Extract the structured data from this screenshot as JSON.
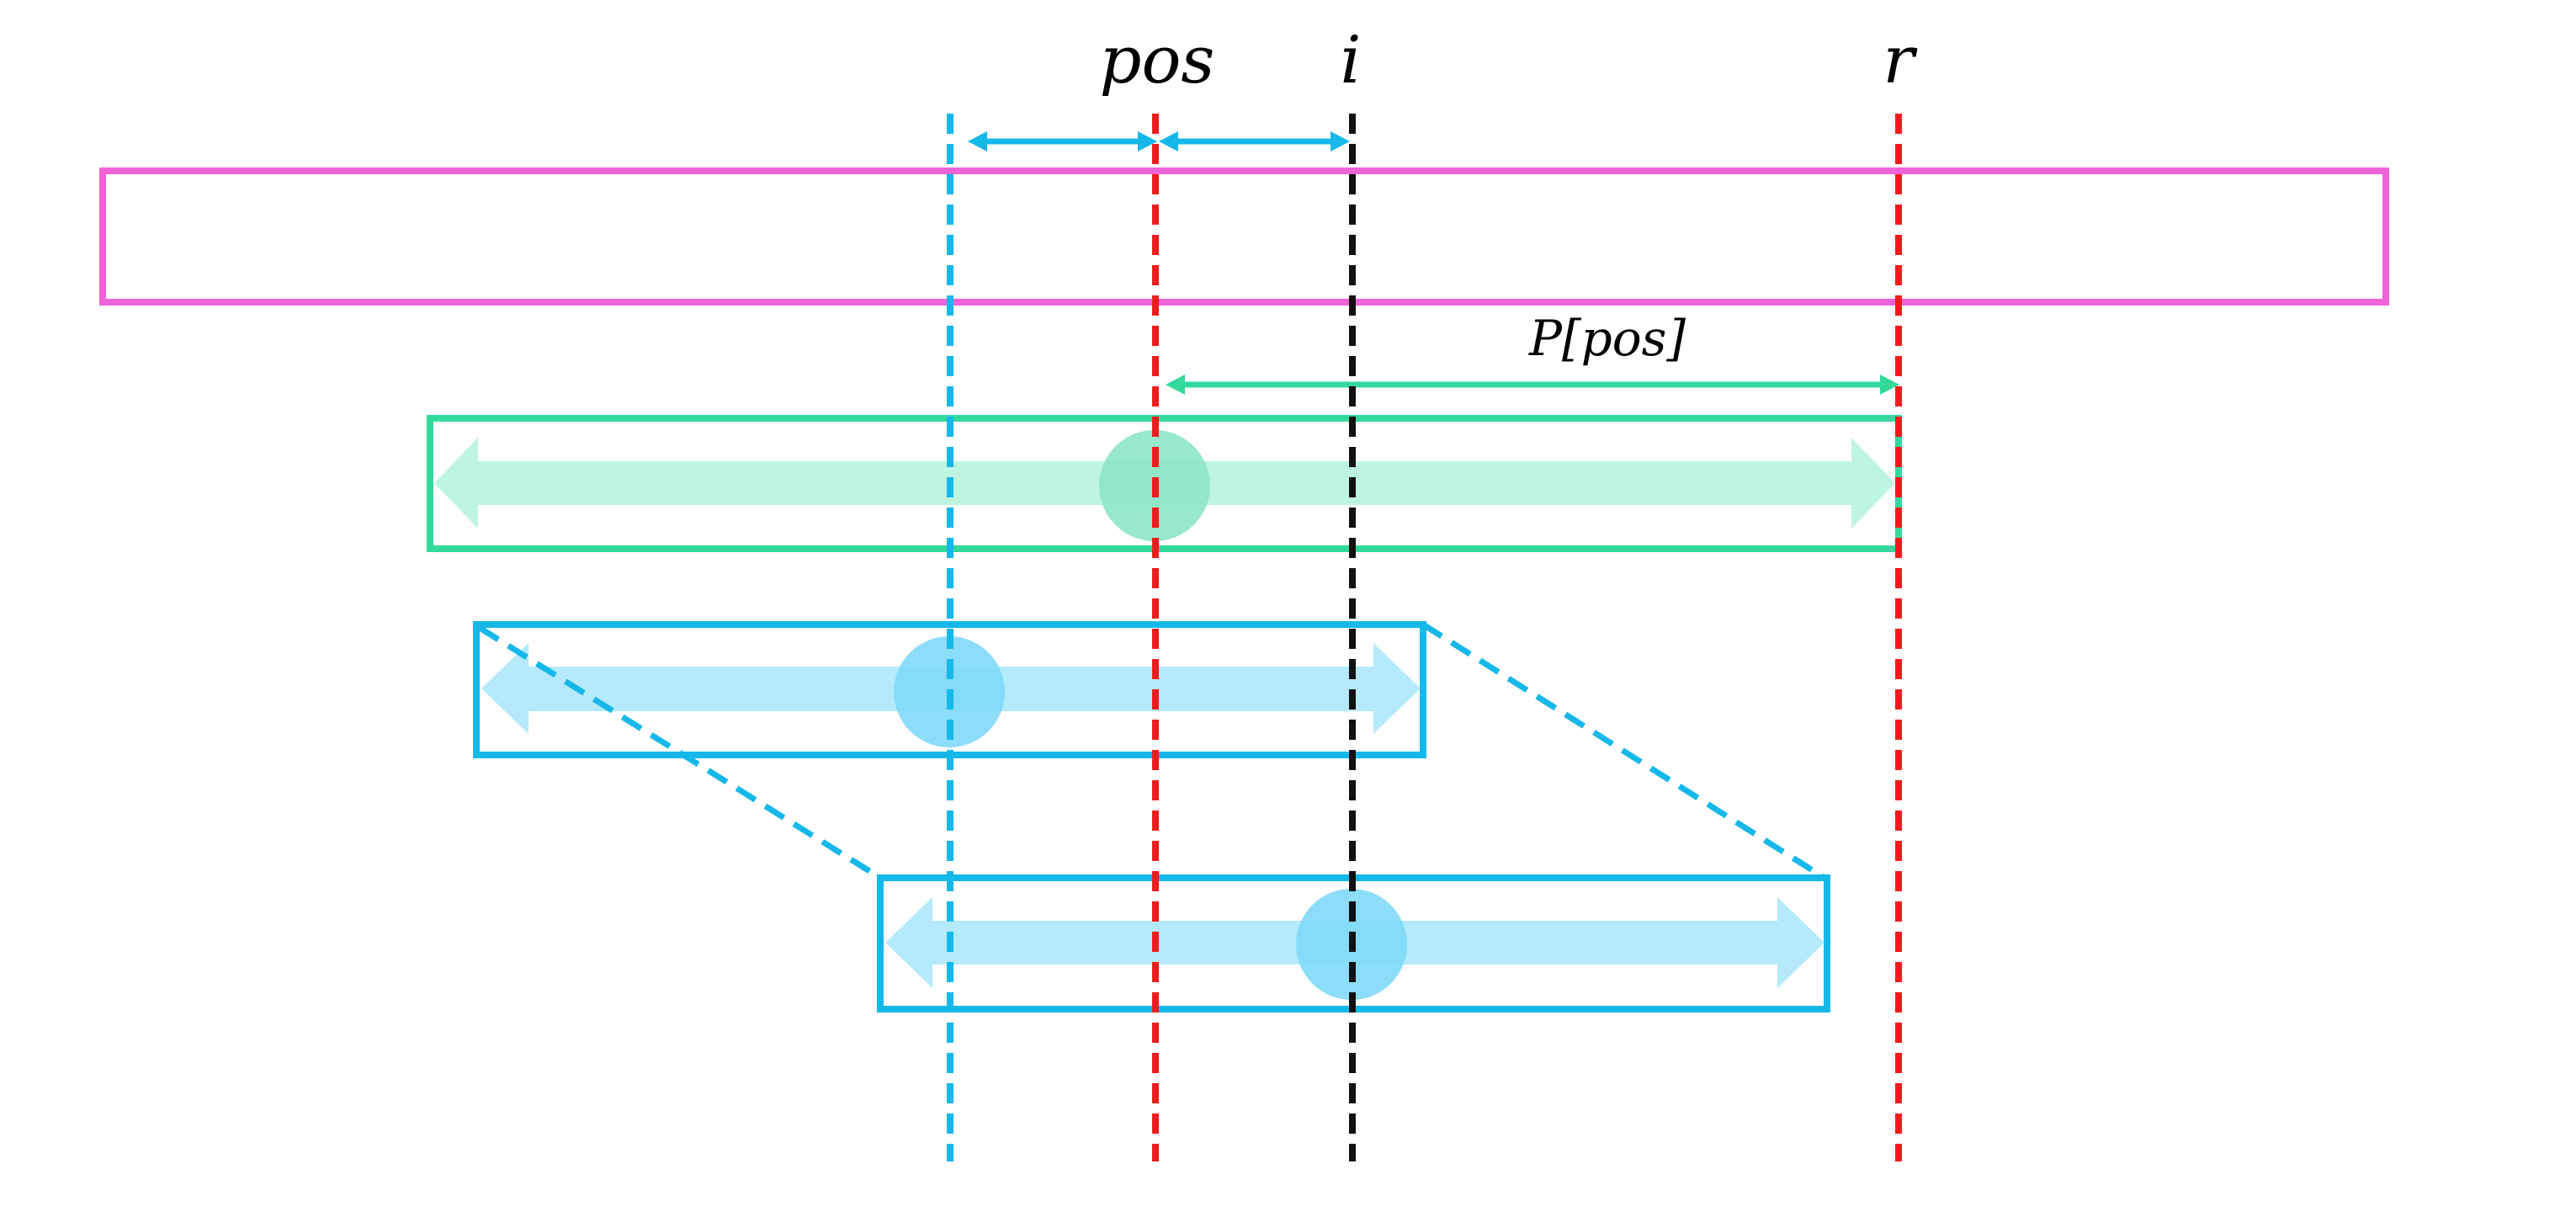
{
  "labels": {
    "pos": "pos",
    "i": "i",
    "r": "r",
    "p_pos": "P[pos]"
  },
  "colors": {
    "cyan": "#16b8ea",
    "red": "#ee1d1d",
    "black": "#111111",
    "magenta": "#f062d8",
    "green": "#33d99b",
    "green_fill": "#bdf5e1",
    "green_circle": "#8de6c5",
    "blue_fill": "#b4eafc",
    "blue_circle": "#7fd9f9"
  }
}
